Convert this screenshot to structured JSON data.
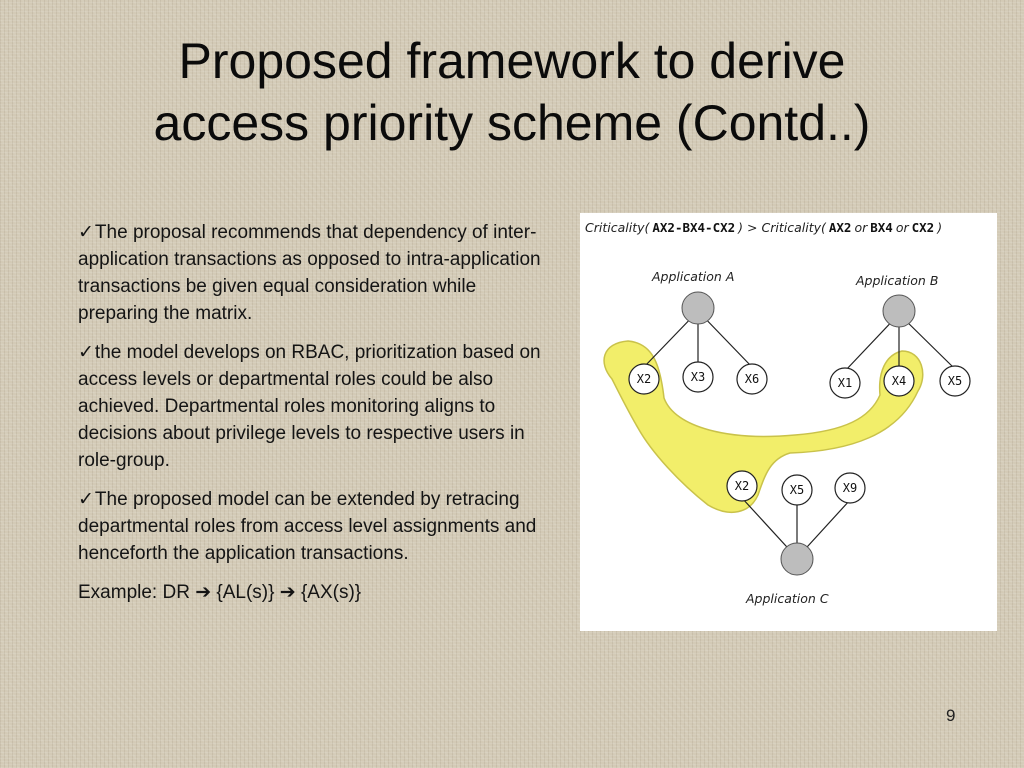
{
  "slide": {
    "title_line1": "Proposed framework to derive",
    "title_line2": "access priority scheme (Contd..)",
    "check_mark": "✓",
    "bullets": [
      "The proposal recommends that dependency of inter-application transactions as opposed to intra-application transactions be given equal consideration while preparing the matrix.",
      "the model develops on RBAC, prioritization based on access levels or departmental roles could be also achieved. Departmental roles monitoring aligns to decisions about privilege levels to respective users in role-group.",
      "The proposed model can be extended by retracing departmental roles from access level assignments and henceforth the application transactions."
    ],
    "example": "Example: DR ➔ {AL(s)} ➔ {AX(s)}",
    "page_number": "9"
  },
  "diagram": {
    "header": {
      "criticality_1": "Criticality(",
      "expr_1": "AX2-BX4-CX2",
      "close_gt": ") >",
      "criticality_2": "Criticality(",
      "expr_2a": "AX2",
      "or_1": "or",
      "expr_2b": "BX4",
      "or_2": "or",
      "expr_2c": "CX2",
      "close": ")"
    },
    "app_a": {
      "label": "Application A",
      "nodes": [
        "X2",
        "X3",
        "X6"
      ]
    },
    "app_b": {
      "label": "Application B",
      "nodes": [
        "X1",
        "X4",
        "X5"
      ]
    },
    "app_c": {
      "label": "Application C",
      "nodes": [
        "X2",
        "X5",
        "X9"
      ]
    },
    "colors": {
      "highlight": "#f2ee6a",
      "highlight_stroke": "#c9c24a",
      "app_node": "#bdbdbd",
      "edge": "#222222"
    }
  }
}
